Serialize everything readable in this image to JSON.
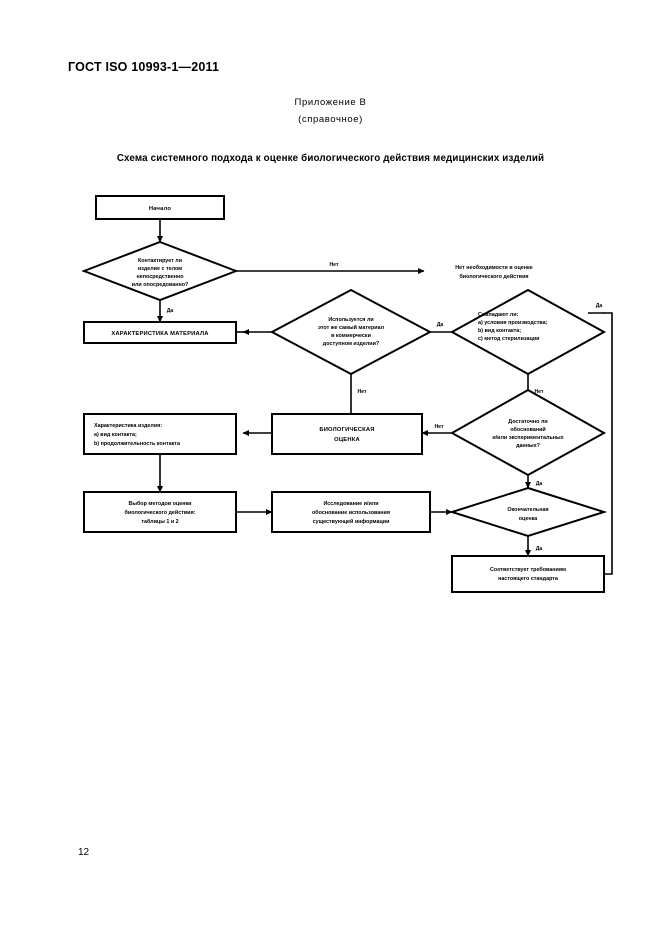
{
  "document": {
    "header": "ГОСТ ISO 10993-1—2011",
    "annex_label": "Приложение В",
    "annex_kind": "(справочное)",
    "scheme_title": "Схема системного подхода к оценке биологического действия медицинских изделий",
    "page_number": "12"
  },
  "flowchart": {
    "type": "flowchart",
    "nodes": [
      {
        "id": "start",
        "shape": "rect",
        "lines": [
          "Начало"
        ]
      },
      {
        "id": "contact-decision",
        "shape": "diamond",
        "lines": [
          "Контактирует ли",
          "изделие с телом",
          "непосредственно",
          "или опосредованно?"
        ]
      },
      {
        "id": "no-need",
        "shape": "text",
        "lines": [
          "Нет необходимости в оценке",
          "биологического действия"
        ]
      },
      {
        "id": "material-characterization",
        "shape": "rect",
        "lines": [
          "ХАРАКТЕРИСТИКА МАТЕРИАЛА"
        ]
      },
      {
        "id": "same-material-decision",
        "shape": "diamond",
        "lines": [
          "Используется ли",
          "этот же самый материал",
          "в коммерчески",
          "доступном изделии?"
        ]
      },
      {
        "id": "match-decision",
        "shape": "diamond",
        "lines": [
          "Совпадают ли:",
          "a) условия производства;",
          "b) вид контакта;",
          "c) метод стерилизации"
        ]
      },
      {
        "id": "device-characterization",
        "shape": "rect",
        "lines": [
          "Характеристика изделия:",
          "a) вид контакта;",
          "b) продолжительность контакта"
        ]
      },
      {
        "id": "biological-evaluation",
        "shape": "rect",
        "lines": [
          "БИОЛОГИЧЕСКАЯ",
          "ОЦЕНКА"
        ]
      },
      {
        "id": "sufficient-data-decision",
        "shape": "diamond",
        "lines": [
          "Достаточно ли",
          "обоснований",
          "и/или экспериментальных",
          "данных?"
        ]
      },
      {
        "id": "method-selection",
        "shape": "rect",
        "lines": [
          "Выбор методов оценки",
          "биологического действия:",
          "таблицы 1 и 2"
        ]
      },
      {
        "id": "research-justification",
        "shape": "rect",
        "lines": [
          "Исследование и/или",
          "обоснование использования",
          "существующей информации"
        ]
      },
      {
        "id": "final-evaluation",
        "shape": "diamond",
        "lines": [
          "Окончательная",
          "оценка"
        ]
      },
      {
        "id": "conforms",
        "shape": "rect",
        "lines": [
          "Соответствует требованиям",
          "настоящего стандарта"
        ]
      }
    ],
    "edge_labels": {
      "contact_no": "Нет",
      "contact_yes": "Да",
      "same_material_yes": "Да",
      "same_material_no": "Нет",
      "match_yes": "Да",
      "match_no": "Нет",
      "sufficient_no": "Нет",
      "sufficient_yes": "Да",
      "final_yes": "Да"
    }
  },
  "colors": {
    "ink": "#000000",
    "paper": "#ffffff"
  }
}
